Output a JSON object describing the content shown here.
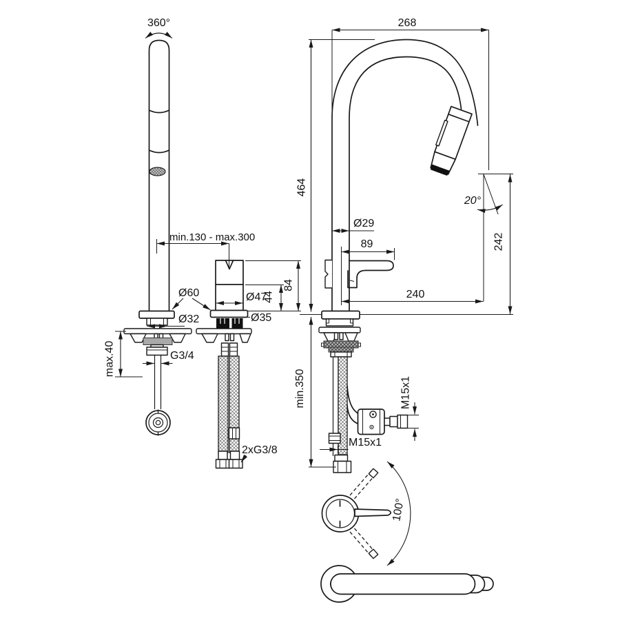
{
  "diagram": {
    "type": "technical-dimension-drawing",
    "subject": "Kitchen sink mixer tap with pull-out hand spray - installation dimension drawing",
    "units": "mm",
    "line_color": "#1a1a1a",
    "labels": {
      "swivel_angle": "360°",
      "spout_reach": "268",
      "total_height": "464",
      "projection_range": "min.130 - max.300",
      "escutcheon_diameter": "Ø60",
      "body_diameter": "Ø47",
      "body_lower_height": "44",
      "body_height": "84",
      "spout_shank_diameter": "Ø32",
      "body_shank_diameter": "Ø35",
      "spout_tube_diameter": "Ø29",
      "handle_projection": "89",
      "spray_angle": "20°",
      "outlet_height": "242",
      "outlet_reach": "240",
      "deck_thickness": "max.40",
      "spout_connection_thread": "G3/4",
      "clearance_below_deck": "min.350",
      "valve_outlet_thread": "M15x1",
      "spray_hose_thread": "M15x1",
      "supply_hose_thread": "2xG3/8",
      "handle_swing_angle": "100°"
    }
  }
}
